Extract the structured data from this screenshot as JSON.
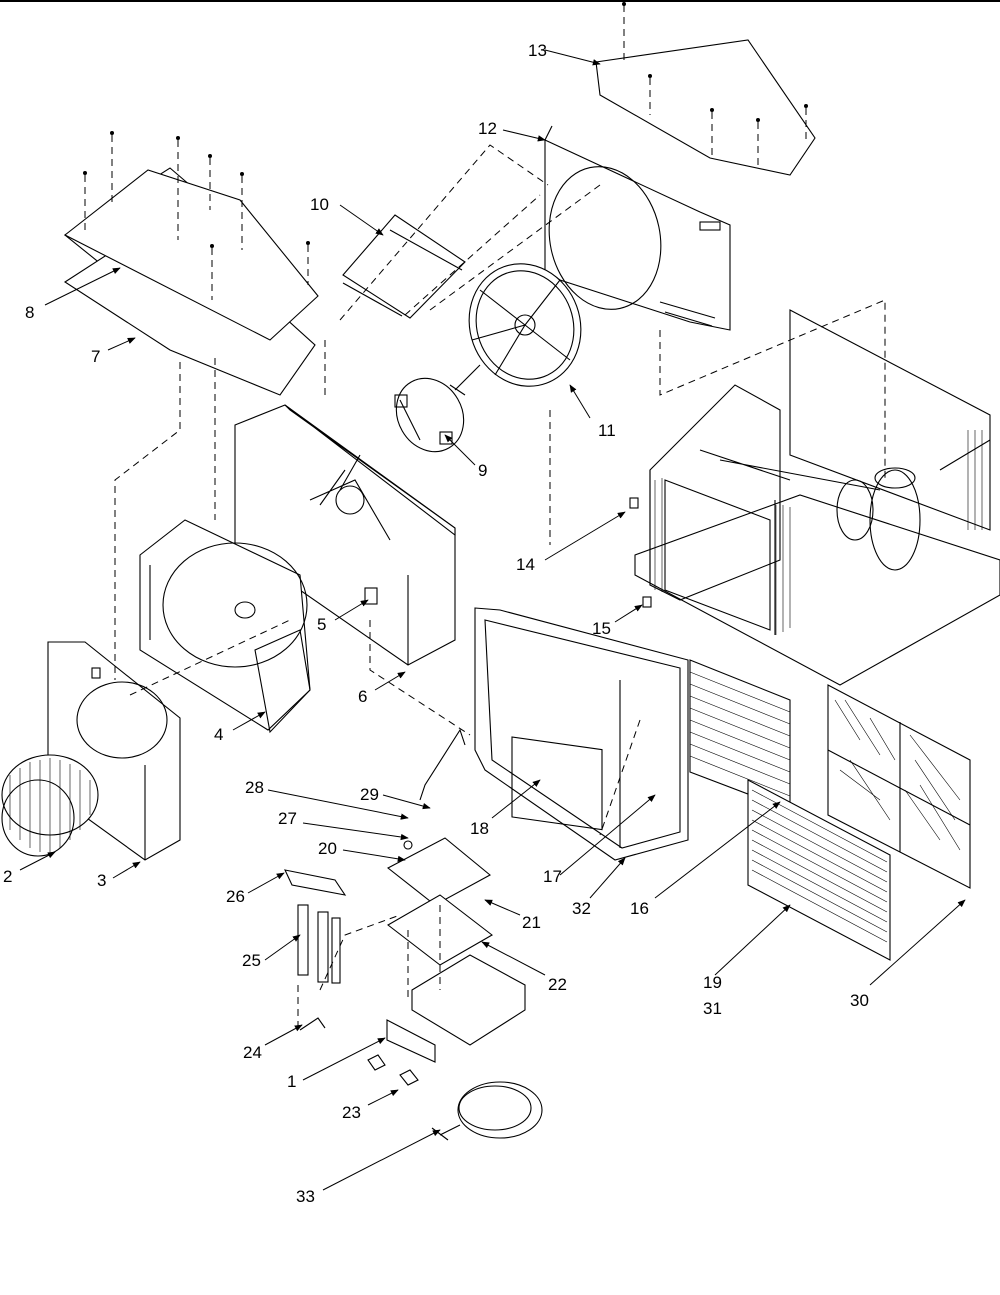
{
  "figure": {
    "labels": [
      "1",
      "2",
      "3",
      "4",
      "5",
      "6",
      "7",
      "8",
      "9",
      "10",
      "11",
      "12",
      "13",
      "14",
      "15",
      "16",
      "17",
      "18",
      "19",
      "20",
      "21",
      "22",
      "23",
      "24",
      "25",
      "26",
      "27",
      "28",
      "29",
      "30",
      "31",
      "32",
      "33"
    ]
  }
}
